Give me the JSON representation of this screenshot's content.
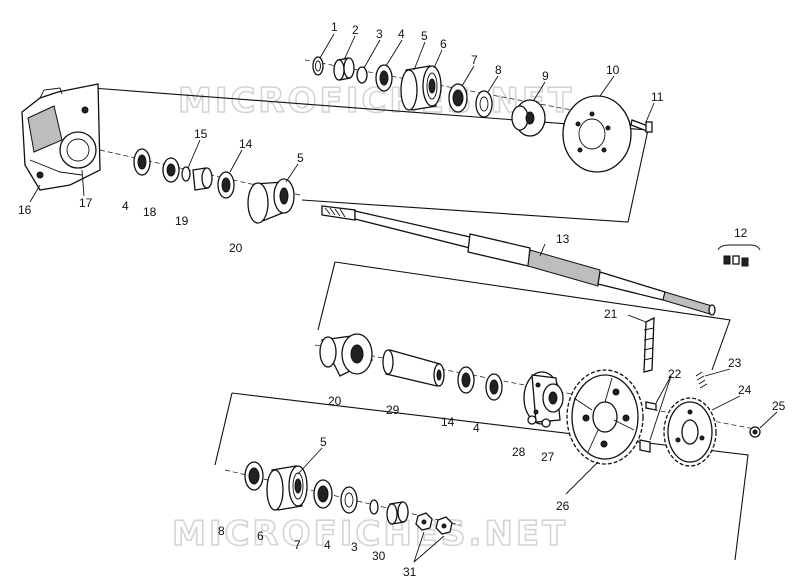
{
  "watermark": {
    "top": "MICROFICHES.NET",
    "bottom": "MICROFICHES.NET"
  },
  "callouts": {
    "c1": "1",
    "c2": "2",
    "c3a": "3",
    "c4a": "4",
    "c5a": "5",
    "c6a": "6",
    "c7a": "7",
    "c8a": "8",
    "c9": "9",
    "c10": "10",
    "c11": "11",
    "c12": "12",
    "c13": "13",
    "c14a": "14",
    "c15": "15",
    "c4b": "4",
    "c18": "18",
    "c19": "19",
    "c5b": "5",
    "c20a": "20",
    "c16": "16",
    "c17": "17",
    "c21": "21",
    "c20b": "20",
    "c29": "29",
    "c14b": "14",
    "c4c": "4",
    "c28": "28",
    "c27": "27",
    "c22": "22",
    "c23": "23",
    "c24": "24",
    "c25": "25",
    "c26": "26",
    "c5c": "5",
    "c8b": "8",
    "c6b": "6",
    "c7b": "7",
    "c4d": "4",
    "c3b": "3",
    "c30": "30",
    "c31": "31"
  }
}
